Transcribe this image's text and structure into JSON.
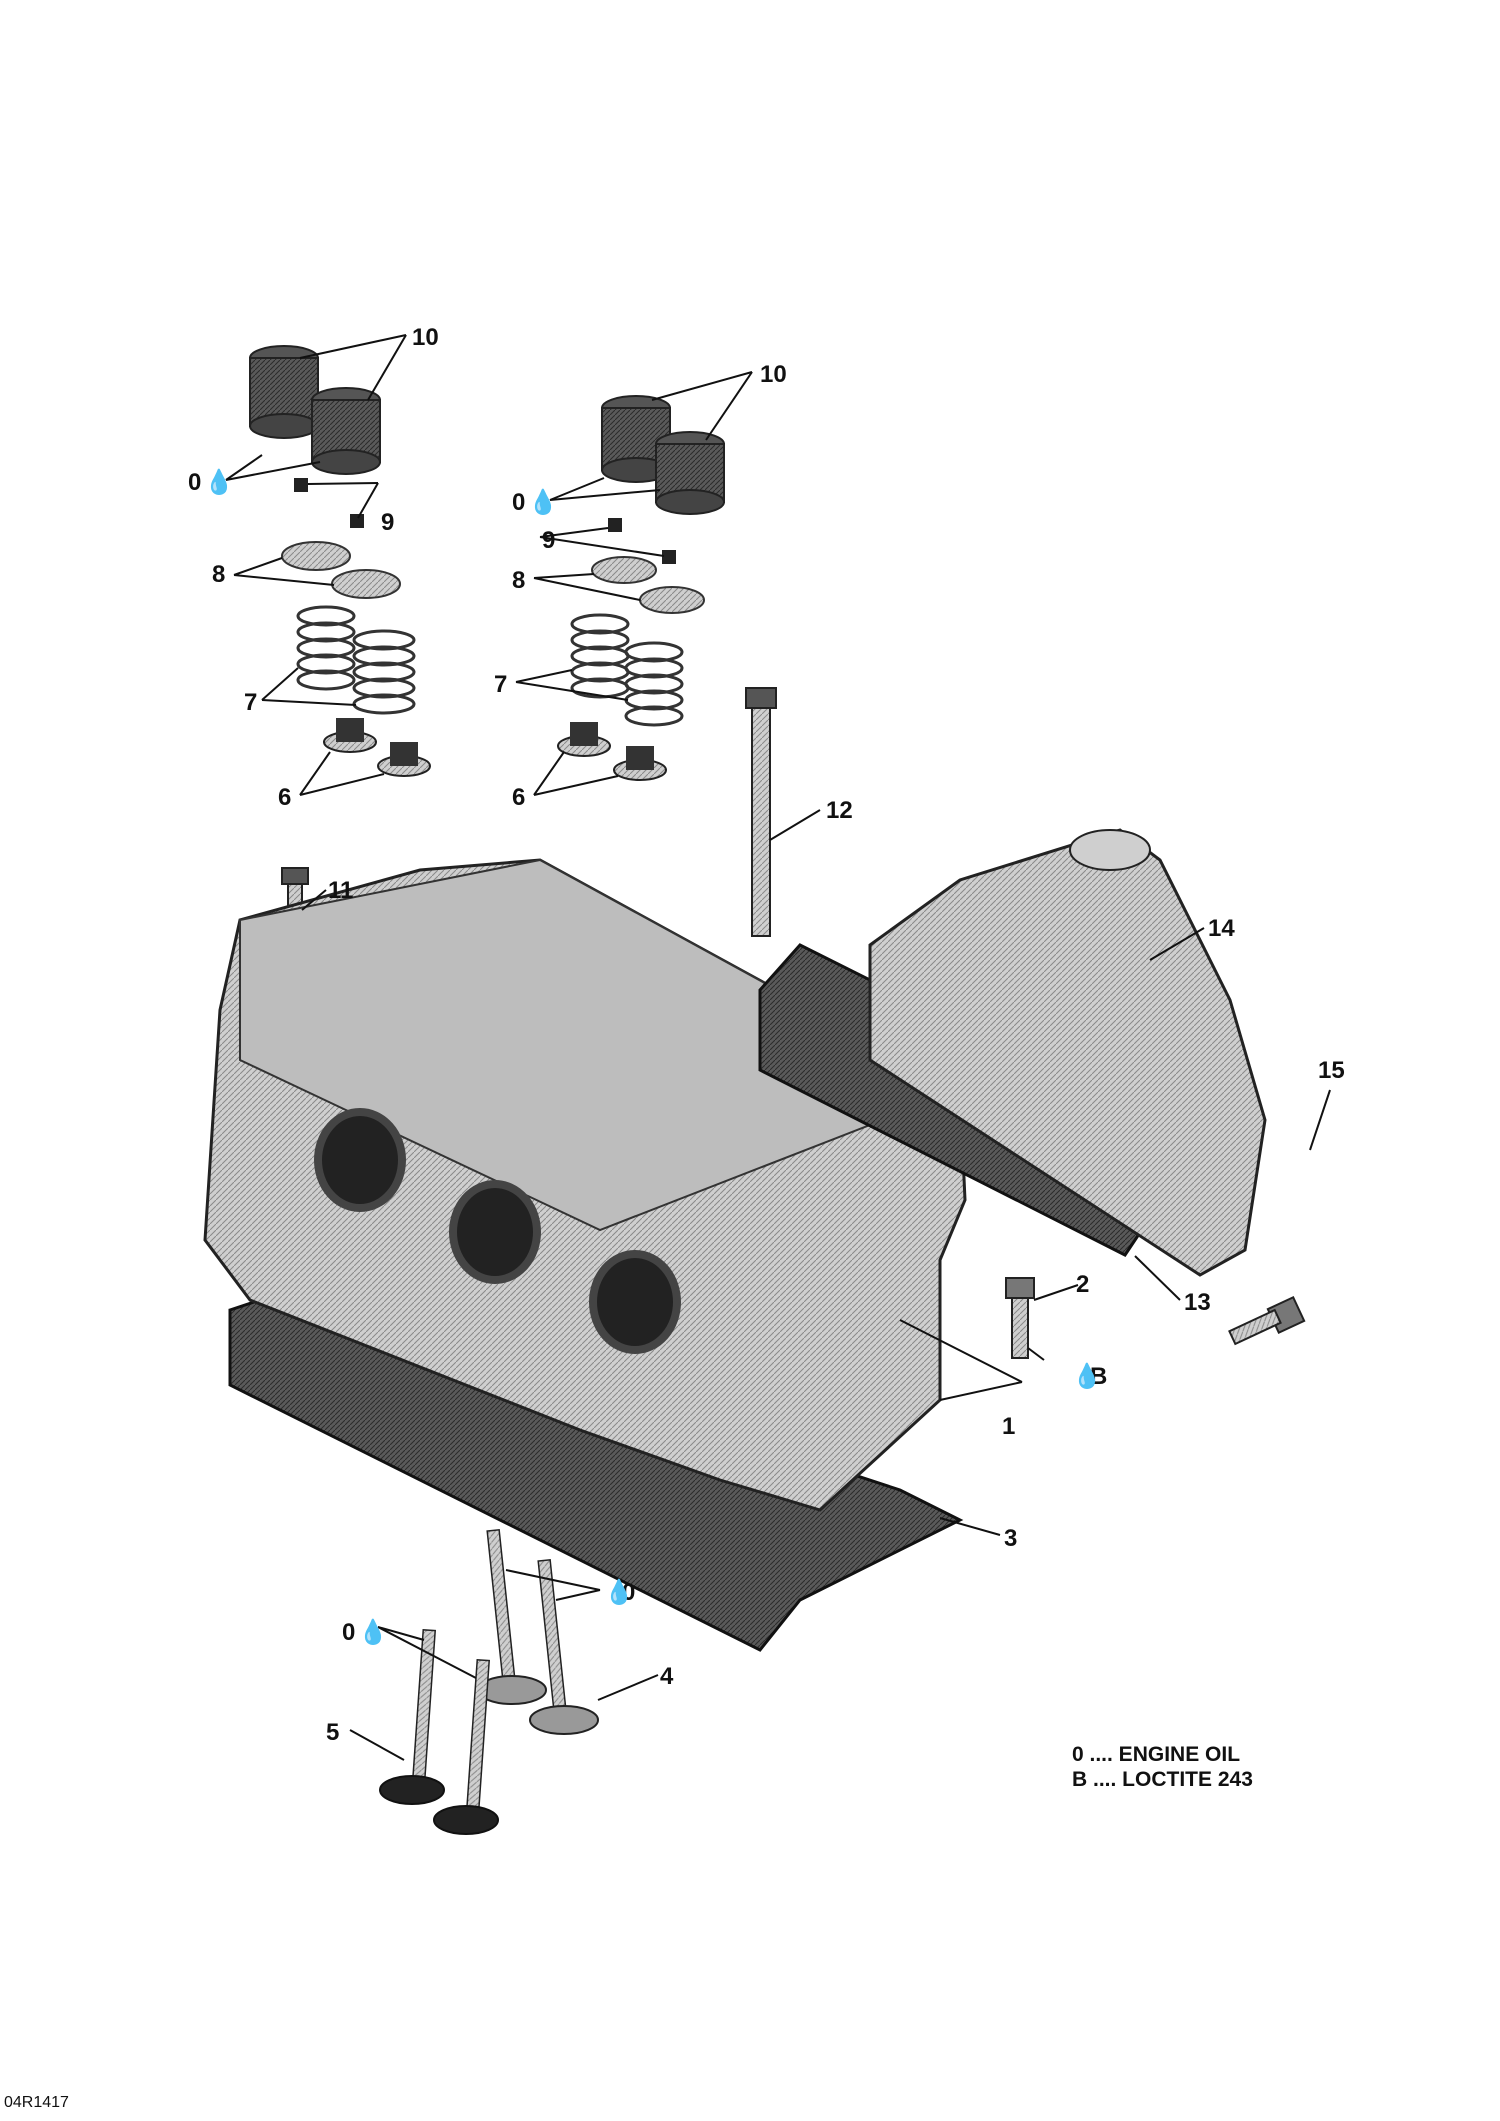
{
  "callouts": {
    "c1": "1",
    "c2": "2",
    "c3": "3",
    "c4": "4",
    "c5": "5",
    "c6a": "6",
    "c6b": "6",
    "c7a": "7",
    "c7b": "7",
    "c8a": "8",
    "c8b": "8",
    "c9a": "9",
    "c9b": "9",
    "c10a": "10",
    "c10b": "10",
    "c11": "11",
    "c12": "12",
    "c13": "13",
    "c14": "14",
    "c15": "15"
  },
  "lube_marks": {
    "oil_1": "0",
    "oil_2": "0",
    "oil_3": "0",
    "oil_4": "0",
    "loctite": "B"
  },
  "legend": {
    "line1": "0 .... ENGINE OIL",
    "line2": "B .... LOCTITE 243"
  },
  "figure_code": "04R1417",
  "colors": {
    "ink": "#111111",
    "part_fill": "#c9c9c9",
    "part_dark": "#3a3a3a",
    "paper": "#ffffff"
  }
}
